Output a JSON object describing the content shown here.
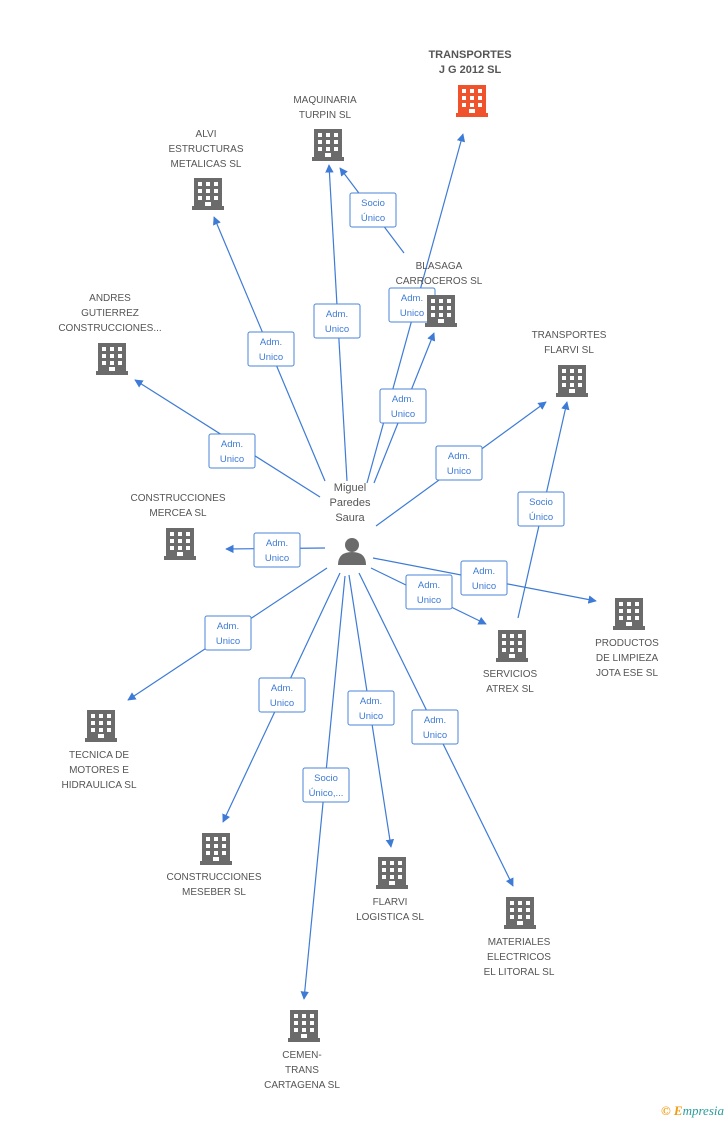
{
  "center": {
    "label_lines": [
      "Miguel",
      "Paredes",
      "Saura"
    ],
    "icon": "person-icon"
  },
  "colors": {
    "edge": "#3d7bd6",
    "building": "#6b6b6b",
    "building_highlight": "#f0532b",
    "person": "#6b6b6b"
  },
  "nodes": [
    {
      "id": "transportes-jg",
      "label_lines": [
        "TRANSPORTES",
        "J G 2012 SL"
      ],
      "highlight": true,
      "icon": "building-icon"
    },
    {
      "id": "maquinaria-turpin",
      "label_lines": [
        "MAQUINARIA",
        "TURPIN  SL"
      ],
      "icon": "building-icon"
    },
    {
      "id": "alvi-estructuras",
      "label_lines": [
        "ALVI",
        "ESTRUCTURAS",
        "METALICAS SL"
      ],
      "icon": "building-icon"
    },
    {
      "id": "blasaga-carroceros",
      "label_lines": [
        "BLASAGA",
        "CARROCEROS SL"
      ],
      "icon": "building-icon"
    },
    {
      "id": "andres-gutierrez",
      "label_lines": [
        "ANDRES",
        "GUTIERREZ",
        "CONSTRUCCIONES..."
      ],
      "icon": "building-icon"
    },
    {
      "id": "transportes-flarvi",
      "label_lines": [
        "TRANSPORTES",
        "FLARVI SL"
      ],
      "icon": "building-icon"
    },
    {
      "id": "construcciones-mercea",
      "label_lines": [
        "CONSTRUCCIONES",
        "MERCEA SL"
      ],
      "icon": "building-icon"
    },
    {
      "id": "productos-limpieza",
      "label_lines": [
        "PRODUCTOS",
        "DE LIMPIEZA",
        "JOTA ESE SL"
      ],
      "icon": "building-icon"
    },
    {
      "id": "servicios-atrex",
      "label_lines": [
        "SERVICIOS",
        "ATREX SL"
      ],
      "icon": "building-icon"
    },
    {
      "id": "tecnica-motores",
      "label_lines": [
        "TECNICA DE",
        "MOTORES E",
        "HIDRAULICA SL"
      ],
      "icon": "building-icon"
    },
    {
      "id": "construcciones-meseber",
      "label_lines": [
        "CONSTRUCCIONES",
        "MESEBER SL"
      ],
      "icon": "building-icon"
    },
    {
      "id": "flarvi-logistica",
      "label_lines": [
        "FLARVI",
        "LOGISTICA SL"
      ],
      "icon": "building-icon"
    },
    {
      "id": "materiales-electricos",
      "label_lines": [
        "MATERIALES",
        "ELECTRICOS",
        "EL LITORAL SL"
      ],
      "icon": "building-icon"
    },
    {
      "id": "cemen-trans",
      "label_lines": [
        "CEMEN-",
        "TRANS",
        "CARTAGENA SL"
      ],
      "icon": "building-icon"
    }
  ],
  "edges": [
    {
      "from": "center",
      "to": "transportes-jg",
      "label_lines": [
        "Adm.",
        "Unico"
      ]
    },
    {
      "from": "center",
      "to": "maquinaria-turpin",
      "label_lines": [
        "Adm.",
        "Unico"
      ]
    },
    {
      "from": "blasaga-carroceros",
      "to": "maquinaria-turpin",
      "label_lines": [
        "Socio",
        "Único"
      ]
    },
    {
      "from": "center",
      "to": "alvi-estructuras",
      "label_lines": [
        "Adm.",
        "Unico"
      ]
    },
    {
      "from": "center",
      "to": "blasaga-carroceros",
      "label_lines": [
        "Adm.",
        "Unico"
      ]
    },
    {
      "from": "center",
      "to": "andres-gutierrez",
      "label_lines": [
        "Adm.",
        "Unico"
      ]
    },
    {
      "from": "center",
      "to": "transportes-flarvi",
      "label_lines": [
        "Adm.",
        "Unico"
      ]
    },
    {
      "from": "servicios-atrex",
      "to": "transportes-flarvi",
      "label_lines": [
        "Socio",
        "Único"
      ]
    },
    {
      "from": "center",
      "to": "construcciones-mercea",
      "label_lines": [
        "Adm.",
        "Unico"
      ]
    },
    {
      "from": "center",
      "to": "productos-limpieza",
      "label_lines": [
        "Adm.",
        "Unico"
      ]
    },
    {
      "from": "center",
      "to": "servicios-atrex",
      "label_lines": [
        "Adm.",
        "Unico"
      ]
    },
    {
      "from": "center",
      "to": "tecnica-motores",
      "label_lines": [
        "Adm.",
        "Unico"
      ]
    },
    {
      "from": "center",
      "to": "construcciones-meseber",
      "label_lines": [
        "Adm.",
        "Unico"
      ]
    },
    {
      "from": "center",
      "to": "flarvi-logistica",
      "label_lines": [
        "Adm.",
        "Unico"
      ]
    },
    {
      "from": "center",
      "to": "materiales-electricos",
      "label_lines": [
        "Adm.",
        "Unico"
      ]
    },
    {
      "from": "center",
      "to": "cemen-trans",
      "label_lines": [
        "Socio",
        "Único,..."
      ]
    }
  ],
  "footer": {
    "copyright": "©",
    "brand_initial": "E",
    "brand_rest": "mpresia"
  }
}
